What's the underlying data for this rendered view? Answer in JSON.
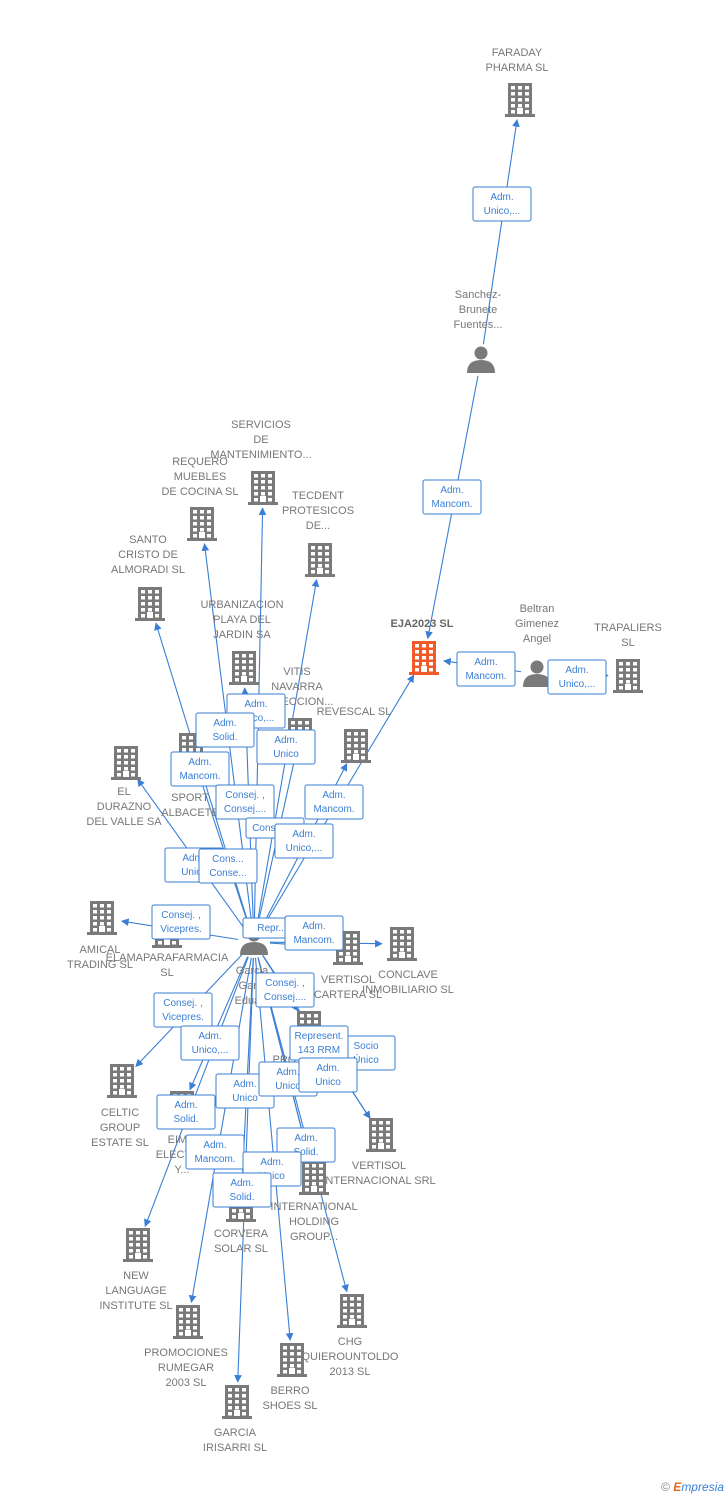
{
  "colors": {
    "edge": "#3a7fd5",
    "building": "#7a7a7a",
    "highlight": "#f05a28",
    "person": "#7a7a7a",
    "label": "#777777"
  },
  "watermark": {
    "copyright": "©",
    "brand_initial": "E",
    "brand_rest": "mpresia"
  },
  "nodes": [
    {
      "id": "faraday",
      "type": "company",
      "lines": [
        "FARADAY",
        "PHARMA  SL"
      ]
    },
    {
      "id": "sanchez",
      "type": "person",
      "lines": [
        "Sanchez-",
        "Brunete",
        "Fuentes..."
      ]
    },
    {
      "id": "eja",
      "type": "company",
      "highlight": true,
      "lines": [
        "EJA2023  SL"
      ]
    },
    {
      "id": "beltran",
      "type": "person",
      "lines": [
        "Beltran",
        "Gimenez",
        "Angel"
      ]
    },
    {
      "id": "trapaliers",
      "type": "company",
      "lines": [
        "TRAPALIERS",
        "SL"
      ]
    },
    {
      "id": "servicios",
      "type": "company",
      "lines": [
        "SERVICIOS",
        "DE",
        "MANTENIMIENTO..."
      ]
    },
    {
      "id": "requero",
      "type": "company",
      "lines": [
        "REQUERO",
        "MUEBLES",
        "DE COCINA  SL"
      ]
    },
    {
      "id": "tecdent",
      "type": "company",
      "lines": [
        "TECDENT",
        "PROTESICOS",
        "DE..."
      ]
    },
    {
      "id": "santo",
      "type": "company",
      "lines": [
        "SANTO",
        "CRISTO DE",
        "ALMORADI  SL"
      ]
    },
    {
      "id": "urbanizacion",
      "type": "company",
      "lines": [
        "URBANIZACION",
        "PLAYA DEL",
        "JARDIN SA"
      ]
    },
    {
      "id": "vitis",
      "type": "company",
      "lines": [
        "VITIS",
        "NAVARRA",
        "SELECCION..."
      ]
    },
    {
      "id": "revescal",
      "type": "company",
      "lines": [
        "REVESCAL SL"
      ]
    },
    {
      "id": "durazno",
      "type": "company",
      "lines": [
        "EL",
        "DURAZNO",
        "DEL VALLE SA"
      ]
    },
    {
      "id": "insport",
      "type": "company",
      "lines": [
        "IN...",
        "SPORT",
        "ALBACETE"
      ]
    },
    {
      "id": "amical",
      "type": "company",
      "lines": [
        "AMICAL",
        "TRADING  SL"
      ]
    },
    {
      "id": "elama",
      "type": "company",
      "lines": [
        "ELAMAPARAFARMACIA",
        "SL"
      ]
    },
    {
      "id": "garcia",
      "type": "person",
      "lines": [
        "Garcia",
        "Gar...",
        "Edua..."
      ]
    },
    {
      "id": "vertisol_cartera",
      "type": "company",
      "lines": [
        "VERTISOL",
        "CARTERA  SL"
      ]
    },
    {
      "id": "conclave",
      "type": "company",
      "lines": [
        "CONCLAVE",
        "INMOBILIARIO SL"
      ]
    },
    {
      "id": "pro",
      "type": "company",
      "lines": [
        "PRO..."
      ]
    },
    {
      "id": "celtic",
      "type": "company",
      "lines": [
        "CELTIC",
        "GROUP",
        "ESTATE  SL"
      ]
    },
    {
      "id": "eim",
      "type": "company",
      "lines": [
        "EIM...",
        "ELECTR...",
        "Y..."
      ]
    },
    {
      "id": "vertisol_int",
      "type": "company",
      "lines": [
        "VERTISOL",
        "INTERNACIONAL SRL"
      ]
    },
    {
      "id": "international",
      "type": "company",
      "lines": [
        "INTERNATIONAL",
        "HOLDING",
        "GROUP..."
      ]
    },
    {
      "id": "corvera",
      "type": "company",
      "lines": [
        "CORVERA",
        "SOLAR SL"
      ]
    },
    {
      "id": "newlang",
      "type": "company",
      "lines": [
        "NEW",
        "LANGUAGE",
        "INSTITUTE  SL"
      ]
    },
    {
      "id": "chg",
      "type": "company",
      "lines": [
        "CHG",
        "QUIEROUNTOLDO",
        "2013  SL"
      ]
    },
    {
      "id": "promociones",
      "type": "company",
      "lines": [
        "PROMOCIONES",
        "RUMEGAR",
        "2003  SL"
      ]
    },
    {
      "id": "berro",
      "type": "company",
      "lines": [
        "BERRO",
        "SHOES SL"
      ]
    },
    {
      "id": "garcia_irisarri",
      "type": "company",
      "lines": [
        "GARCIA",
        "IRISARRI  SL"
      ]
    }
  ],
  "edges": [
    {
      "from": "sanchez",
      "to": "faraday",
      "label": [
        "Adm.",
        "Unico,..."
      ]
    },
    {
      "from": "sanchez",
      "to": "eja",
      "label": [
        "Adm.",
        "Mancom."
      ]
    },
    {
      "from": "beltran",
      "to": "eja",
      "label": [
        "Adm.",
        "Mancom."
      ]
    },
    {
      "from": "beltran",
      "to": "trapaliers",
      "label": [
        "Adm.",
        "Unico,..."
      ]
    },
    {
      "from": "garcia",
      "to": "servicios",
      "label": [
        "Adm.",
        "Unico,..."
      ]
    },
    {
      "from": "garcia",
      "to": "requero",
      "label": [
        "Adm.",
        "Solid."
      ]
    },
    {
      "from": "garcia",
      "to": "tecdent",
      "label": [
        "Adm.",
        "Unico"
      ]
    },
    {
      "from": "garcia",
      "to": "santo",
      "label": [
        "Adm.",
        "Mancom."
      ]
    },
    {
      "from": "garcia",
      "to": "urbanizacion",
      "label": [
        "Consej. ,",
        "Consej...."
      ]
    },
    {
      "from": "garcia",
      "to": "vitis",
      "label": [
        "Consejero"
      ]
    },
    {
      "from": "garcia",
      "to": "revescal",
      "label": [
        "Adm.",
        "Unico,..."
      ]
    },
    {
      "from": "garcia",
      "to": "eja",
      "label": [
        "Adm.",
        "Mancom."
      ]
    },
    {
      "from": "garcia",
      "to": "insport",
      "label": [
        "Adm.",
        "Unico"
      ]
    },
    {
      "from": "garcia",
      "to": "durazno",
      "label": [
        "Cons...",
        "Conse..."
      ]
    },
    {
      "from": "garcia",
      "to": "amical",
      "label": [
        "Consej. ,",
        "Vicepres."
      ]
    },
    {
      "from": "garcia",
      "to": "vertisol_cartera",
      "label": [
        "Repr..."
      ]
    },
    {
      "from": "garcia",
      "to": "conclave",
      "label": [
        "Adm.",
        "Mancom."
      ]
    },
    {
      "from": "garcia",
      "to": "celtic",
      "label": [
        "Consej. ,",
        "Vicepres."
      ]
    },
    {
      "from": "garcia",
      "to": "eim",
      "label": [
        "Adm.",
        "Unico,..."
      ]
    },
    {
      "from": "garcia",
      "to": "pro",
      "label": [
        "Consej. ,",
        "Consej...."
      ]
    },
    {
      "from": "garcia",
      "to": "vertisol_int",
      "label": [
        "Socio",
        "Único"
      ]
    },
    {
      "from": "garcia",
      "to": "international",
      "label": [
        "Represent.",
        "143 RRM"
      ]
    },
    {
      "from": "garcia",
      "to": "corvera",
      "label": [
        "Adm.",
        "Unico"
      ]
    },
    {
      "from": "garcia",
      "to": "newlang",
      "label": [
        "Adm.",
        "Solid."
      ]
    },
    {
      "from": "garcia",
      "to": "chg",
      "label": [
        "Adm.",
        "Solid."
      ]
    },
    {
      "from": "garcia",
      "to": "promociones",
      "label": [
        "Adm.",
        "Mancom."
      ]
    },
    {
      "from": "garcia",
      "to": "berro",
      "label": [
        "Adm.",
        "Unico"
      ]
    },
    {
      "from": "garcia",
      "to": "garcia_irisarri",
      "label": [
        "Adm.",
        "Solid."
      ]
    },
    {
      "from": "garcia",
      "to": "vertisol_int",
      "label": [
        "Adm.",
        "Unico"
      ]
    },
    {
      "from": "garcia",
      "to": "international",
      "label": [
        "Adm.",
        "Unico"
      ]
    }
  ]
}
